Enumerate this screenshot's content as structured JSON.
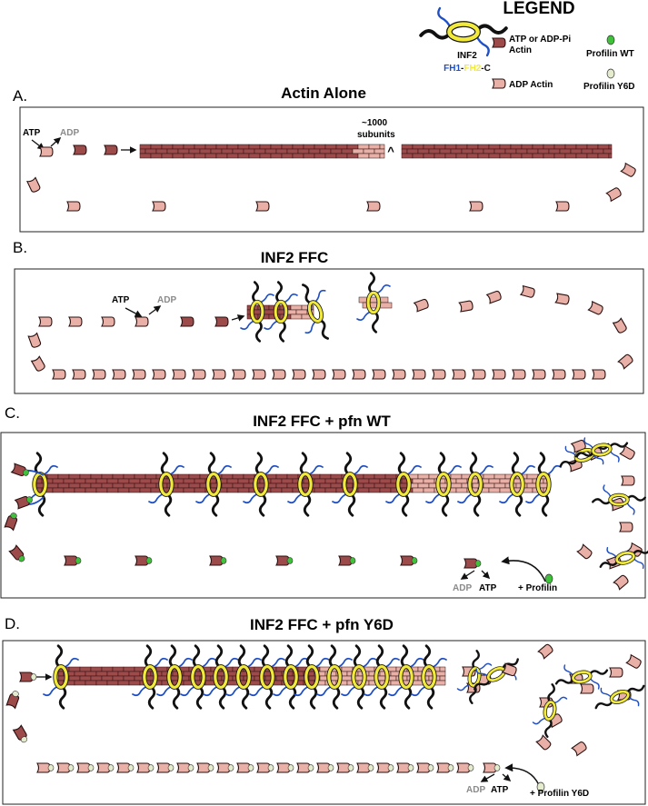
{
  "colors": {
    "atp_actin": "#9c4a4a",
    "adp_actin": "#e8b0a6",
    "actin_stroke": "#2a1010",
    "inf2_ring": "#f2ea3a",
    "fh1_arm": "#1f4fc4",
    "c_arm": "#111111",
    "profilin_wt": "#3fc23a",
    "profilin_y6d": "#e4eccd",
    "adp_text": "#8a8a8a"
  },
  "legend": {
    "title": "LEGEND",
    "inf2_name": "INF2",
    "fh1": "FH1",
    "dash1": "-",
    "fh2": "FH2",
    "dash2": "-",
    "c": "C",
    "atp_line1": "ATP or ADP-Pi",
    "atp_line2": "Actin",
    "adp_actin": "ADP Actin",
    "profilin_wt": "Profilin WT",
    "profilin_y6d": "Profilin Y6D"
  },
  "panels": [
    {
      "letter": "A.",
      "title": "Actin Alone",
      "atp": "ATP",
      "adp": "ADP",
      "note_line1": "~1000",
      "note_line2": "subunits",
      "break_mark": "^"
    },
    {
      "letter": "B.",
      "title": "INF2 FFC",
      "atp": "ATP",
      "adp": "ADP"
    },
    {
      "letter": "C.",
      "title": "INF2 FFC + pfn WT",
      "atp": "ATP",
      "adp": "ADP",
      "add_label": "+ Profilin"
    },
    {
      "letter": "D.",
      "title": "INF2 FFC + pfn Y6D",
      "atp": "ATP",
      "adp": "ADP",
      "add_label": "+ Profilin Y6D"
    }
  ]
}
